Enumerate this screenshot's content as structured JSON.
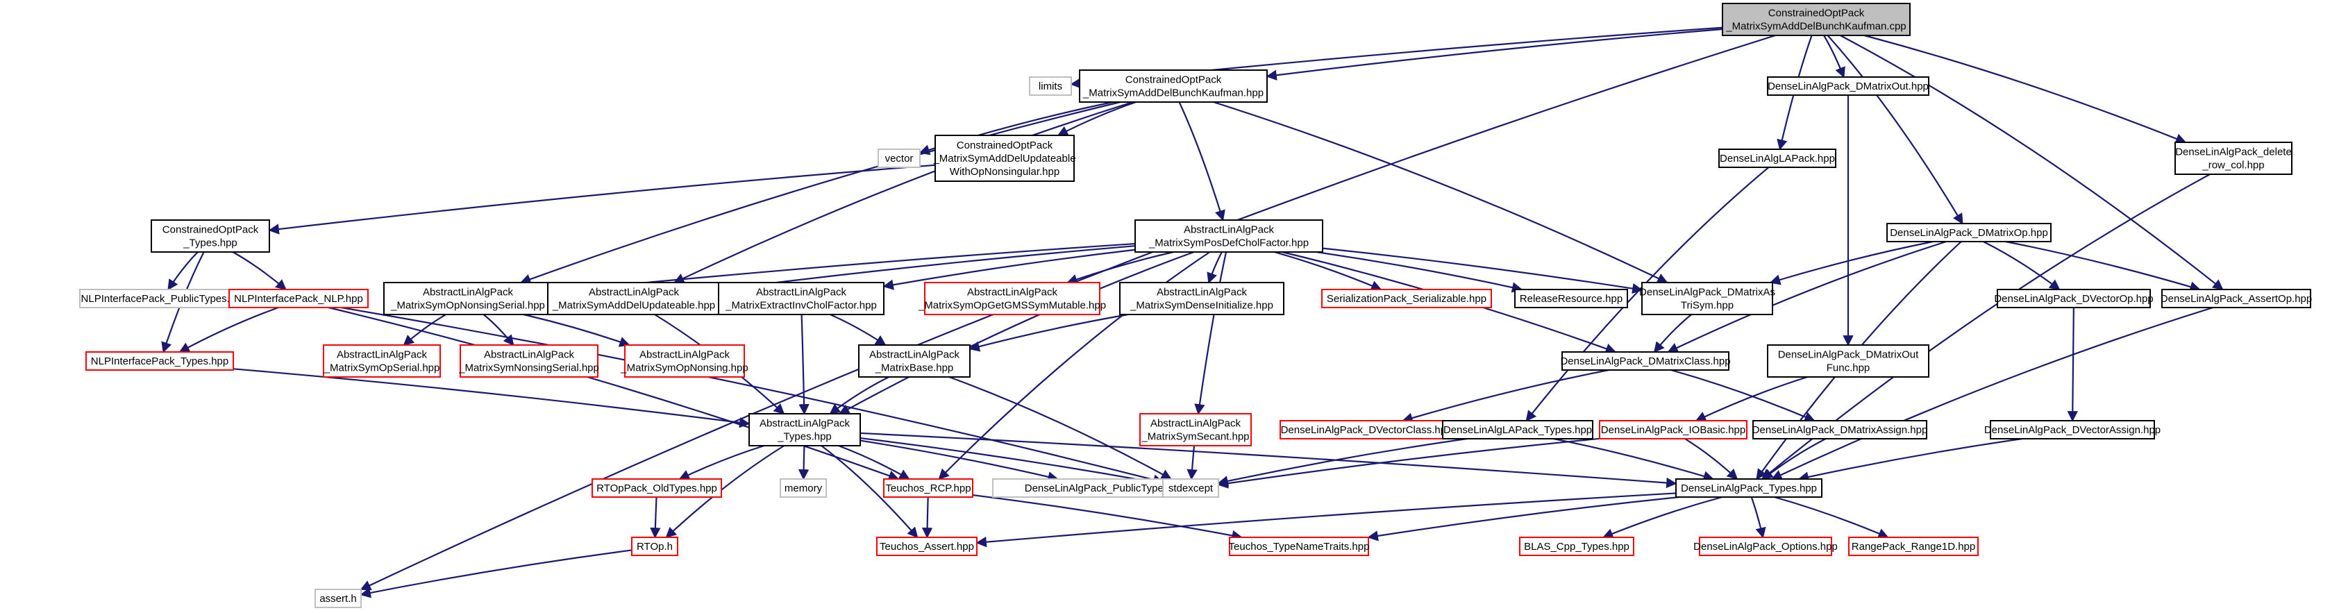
{
  "colors": {
    "edge": "#191970",
    "root_fill": "#bfbfbf",
    "root_stroke": "#000000",
    "default_stroke": "#000000",
    "red_stroke": "#ff0000",
    "gray_stroke": "#bfbfbf",
    "text": "#000000"
  },
  "nodes": [
    {
      "id": "root",
      "lines": [
        "ConstrainedOptPack",
        "_MatrixSymAddDelBunchKaufman.cpp"
      ],
      "style": "root"
    },
    {
      "id": "limits",
      "lines": [
        "limits"
      ],
      "style": "gray"
    },
    {
      "id": "hpp",
      "lines": [
        "ConstrainedOptPack",
        "_MatrixSymAddDelBunchKaufman.hpp"
      ],
      "style": "normal"
    },
    {
      "id": "dmout",
      "lines": [
        "DenseLinAlgPack_DMatrixOut.hpp"
      ],
      "style": "normal"
    },
    {
      "id": "dlapack",
      "lines": [
        "DenseLinAlgLAPack.hpp"
      ],
      "style": "normal"
    },
    {
      "id": "drowcol",
      "lines": [
        "DenseLinAlgPack_delete",
        "_row_col.hpp"
      ],
      "style": "normal"
    },
    {
      "id": "vector",
      "lines": [
        "vector"
      ],
      "style": "gray"
    },
    {
      "id": "updnonsing",
      "lines": [
        "ConstrainedOptPack",
        "_MatrixSymAddDelUpdateable",
        "WithOpNonsingular.hpp"
      ],
      "style": "normal"
    },
    {
      "id": "cotypes",
      "lines": [
        "ConstrainedOptPack",
        "_Types.hpp"
      ],
      "style": "normal"
    },
    {
      "id": "posdef",
      "lines": [
        "AbstractLinAlgPack",
        "_MatrixSymPosDefCholFactor.hpp"
      ],
      "style": "normal"
    },
    {
      "id": "dmop",
      "lines": [
        "DenseLinAlgPack_DMatrixOp.hpp"
      ],
      "style": "normal"
    },
    {
      "id": "nlppubtypes",
      "lines": [
        "NLPInterfacePack_PublicTypes.ud"
      ],
      "style": "gray"
    },
    {
      "id": "nlp",
      "lines": [
        "NLPInterfacePack_NLP.hpp"
      ],
      "style": "red"
    },
    {
      "id": "opnonsingser",
      "lines": [
        "AbstractLinAlgPack",
        "_MatrixSymOpNonsingSerial.hpp"
      ],
      "style": "normal"
    },
    {
      "id": "addupd",
      "lines": [
        "AbstractLinAlgPack",
        "_MatrixSymAddDelUpdateable.hpp"
      ],
      "style": "normal"
    },
    {
      "id": "extract",
      "lines": [
        "AbstractLinAlgPack",
        "_MatrixExtractInvCholFactor.hpp"
      ],
      "style": "normal"
    },
    {
      "id": "gms",
      "lines": [
        "AbstractLinAlgPack",
        "_MatrixSymOpGetGMSSymMutable.hpp"
      ],
      "style": "red"
    },
    {
      "id": "denseinit",
      "lines": [
        "AbstractLinAlgPack",
        "_MatrixSymDenseInitialize.hpp"
      ],
      "style": "normal"
    },
    {
      "id": "serializable",
      "lines": [
        "SerializationPack_Serializable.hpp"
      ],
      "style": "red"
    },
    {
      "id": "release",
      "lines": [
        "ReleaseResource.hpp"
      ],
      "style": "normal"
    },
    {
      "id": "trisym",
      "lines": [
        "DenseLinAlgPack_DMatrixAs",
        "TriSym.hpp"
      ],
      "style": "normal"
    },
    {
      "id": "dvop",
      "lines": [
        "DenseLinAlgPack_DVectorOp.hpp"
      ],
      "style": "normal"
    },
    {
      "id": "assertop",
      "lines": [
        "DenseLinAlgPack_AssertOp.hpp"
      ],
      "style": "normal"
    },
    {
      "id": "nlptypes",
      "lines": [
        "NLPInterfacePack_Types.hpp"
      ],
      "style": "red"
    },
    {
      "id": "osser",
      "lines": [
        "AbstractLinAlgPack",
        "_MatrixSymOpSerial.hpp"
      ],
      "style": "red"
    },
    {
      "id": "nonsingser",
      "lines": [
        "AbstractLinAlgPack",
        "_MatrixSymNonsingSerial.hpp"
      ],
      "style": "red"
    },
    {
      "id": "opnonsing",
      "lines": [
        "AbstractLinAlgPack",
        "_MatrixSymOpNonsing.hpp"
      ],
      "style": "red"
    },
    {
      "id": "mbase",
      "lines": [
        "AbstractLinAlgPack",
        "_MatrixBase.hpp"
      ],
      "style": "normal"
    },
    {
      "id": "dmclass",
      "lines": [
        "DenseLinAlgPack_DMatrixClass.hpp"
      ],
      "style": "normal"
    },
    {
      "id": "dmoutfunc",
      "lines": [
        "DenseLinAlgPack_DMatrixOut",
        "Func.hpp"
      ],
      "style": "normal"
    },
    {
      "id": "secant",
      "lines": [
        "AbstractLinAlgPack",
        "_MatrixSymSecant.hpp"
      ],
      "style": "red"
    },
    {
      "id": "dvclass",
      "lines": [
        "DenseLinAlgPack_DVectorClass.hpp"
      ],
      "style": "red"
    },
    {
      "id": "lapacktypes",
      "lines": [
        "DenseLinAlgLAPack_Types.hpp"
      ],
      "style": "normal"
    },
    {
      "id": "iobasic",
      "lines": [
        "DenseLinAlgPack_IOBasic.hpp"
      ],
      "style": "red"
    },
    {
      "id": "dmassign",
      "lines": [
        "DenseLinAlgPack_DMatrixAssign.hpp"
      ],
      "style": "normal"
    },
    {
      "id": "dvassign",
      "lines": [
        "DenseLinAlgPack_DVectorAssign.hpp"
      ],
      "style": "normal"
    },
    {
      "id": "altypes",
      "lines": [
        "AbstractLinAlgPack",
        "_Types.hpp"
      ],
      "style": "normal"
    },
    {
      "id": "rtopold",
      "lines": [
        "RTOpPack_OldTypes.hpp"
      ],
      "style": "red"
    },
    {
      "id": "memory",
      "lines": [
        "memory"
      ],
      "style": "gray"
    },
    {
      "id": "rcp",
      "lines": [
        "Teuchos_RCP.hpp"
      ],
      "style": "red"
    },
    {
      "id": "alpub",
      "lines": [
        "DenseLinAlgPack_PublicTypes.ud"
      ],
      "style": "gray"
    },
    {
      "id": "stdexcept",
      "lines": [
        "stdexcept"
      ],
      "style": "gray"
    },
    {
      "id": "dltypes",
      "lines": [
        "DenseLinAlgPack_Types.hpp"
      ],
      "style": "normal"
    },
    {
      "id": "rtop",
      "lines": [
        "RTOp.h"
      ],
      "style": "red"
    },
    {
      "id": "tassert",
      "lines": [
        "Teuchos_Assert.hpp"
      ],
      "style": "red"
    },
    {
      "id": "typename",
      "lines": [
        "Teuchos_TypeNameTraits.hpp"
      ],
      "style": "red"
    },
    {
      "id": "blas",
      "lines": [
        "BLAS_Cpp_Types.hpp"
      ],
      "style": "red"
    },
    {
      "id": "options",
      "lines": [
        "DenseLinAlgPack_Options.hpp"
      ],
      "style": "red"
    },
    {
      "id": "range",
      "lines": [
        "RangePack_Range1D.hpp"
      ],
      "style": "red"
    },
    {
      "id": "asserth",
      "lines": [
        "assert.h"
      ],
      "style": "gray"
    }
  ],
  "edges": [
    [
      "root",
      "asserth"
    ],
    [
      "root",
      "limits"
    ],
    [
      "root",
      "hpp"
    ],
    [
      "root",
      "dmout"
    ],
    [
      "root",
      "dlapack"
    ],
    [
      "root",
      "drowcol"
    ],
    [
      "root",
      "dmop"
    ],
    [
      "root",
      "assertop"
    ],
    [
      "hpp",
      "vector"
    ],
    [
      "hpp",
      "updnonsing"
    ],
    [
      "hpp",
      "posdef"
    ],
    [
      "hpp",
      "trisym"
    ],
    [
      "hpp",
      "opnonsingser"
    ],
    [
      "hpp",
      "addupd"
    ],
    [
      "updnonsing",
      "cotypes"
    ],
    [
      "cotypes",
      "nlppubtypes"
    ],
    [
      "cotypes",
      "nlp"
    ],
    [
      "cotypes",
      "nlptypes"
    ],
    [
      "nlp",
      "nlptypes"
    ],
    [
      "nlp",
      "rcp"
    ],
    [
      "nlp",
      "stdexcept"
    ],
    [
      "nlptypes",
      "altypes"
    ],
    [
      "posdef",
      "opnonsingser"
    ],
    [
      "posdef",
      "addupd"
    ],
    [
      "posdef",
      "extract"
    ],
    [
      "posdef",
      "gms"
    ],
    [
      "posdef",
      "denseinit"
    ],
    [
      "posdef",
      "serializable"
    ],
    [
      "posdef",
      "release"
    ],
    [
      "posdef",
      "trisym"
    ],
    [
      "posdef",
      "secant"
    ],
    [
      "posdef",
      "dmclass"
    ],
    [
      "posdef",
      "rcp"
    ],
    [
      "posdef",
      "altypes"
    ],
    [
      "opnonsingser",
      "osser"
    ],
    [
      "opnonsingser",
      "nonsingser"
    ],
    [
      "opnonsingser",
      "opnonsing"
    ],
    [
      "addupd",
      "altypes"
    ],
    [
      "extract",
      "altypes"
    ],
    [
      "extract",
      "mbase"
    ],
    [
      "denseinit",
      "mbase"
    ],
    [
      "mbase",
      "altypes"
    ],
    [
      "mbase",
      "stdexcept"
    ],
    [
      "secant",
      "stdexcept"
    ],
    [
      "altypes",
      "rtopold"
    ],
    [
      "altypes",
      "memory"
    ],
    [
      "altypes",
      "rcp"
    ],
    [
      "altypes",
      "alpub"
    ],
    [
      "altypes",
      "stdexcept"
    ],
    [
      "altypes",
      "dltypes"
    ],
    [
      "altypes",
      "rtop"
    ],
    [
      "altypes",
      "tassert"
    ],
    [
      "rtopold",
      "rtop"
    ],
    [
      "rtop",
      "asserth"
    ],
    [
      "rcp",
      "tassert"
    ],
    [
      "rcp",
      "typename"
    ],
    [
      "dmout",
      "dmoutfunc"
    ],
    [
      "dlapack",
      "lapacktypes"
    ],
    [
      "drowcol",
      "dltypes"
    ],
    [
      "dmop",
      "trisym"
    ],
    [
      "dmop",
      "dmclass"
    ],
    [
      "dmop",
      "dvop"
    ],
    [
      "dmop",
      "assertop"
    ],
    [
      "dmop",
      "dltypes"
    ],
    [
      "trisym",
      "dmclass"
    ],
    [
      "dmclass",
      "dvclass"
    ],
    [
      "dmclass",
      "dmassign"
    ],
    [
      "dmoutfunc",
      "iobasic"
    ],
    [
      "lapacktypes",
      "stdexcept"
    ],
    [
      "lapacktypes",
      "dltypes"
    ],
    [
      "iobasic",
      "stdexcept"
    ],
    [
      "iobasic",
      "dltypes"
    ],
    [
      "dmassign",
      "dltypes"
    ],
    [
      "dvop",
      "dvassign"
    ],
    [
      "dvassign",
      "dltypes"
    ],
    [
      "assertop",
      "dltypes"
    ],
    [
      "dltypes",
      "blas"
    ],
    [
      "dltypes",
      "options"
    ],
    [
      "dltypes",
      "range"
    ],
    [
      "dltypes",
      "tassert"
    ],
    [
      "dltypes",
      "typename"
    ]
  ]
}
